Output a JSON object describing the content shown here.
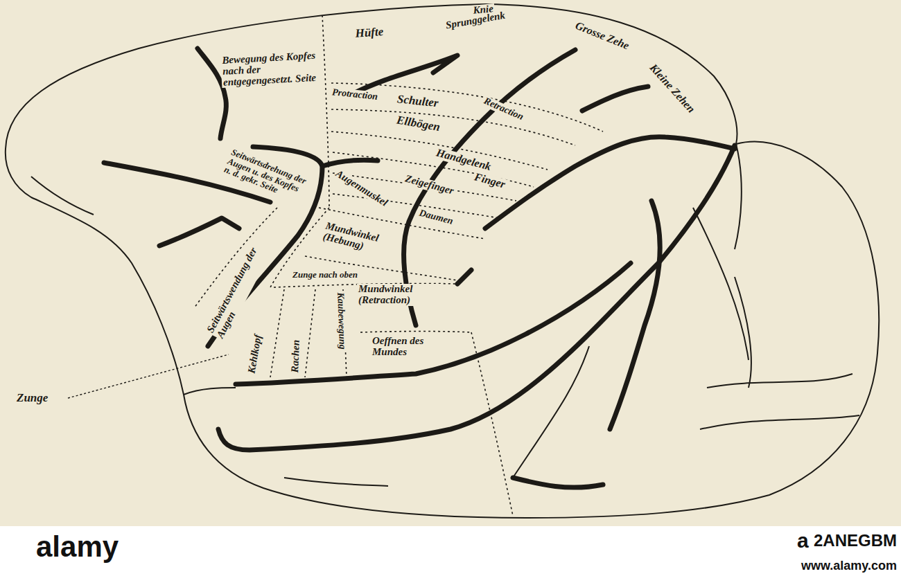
{
  "diagram": {
    "labels": [
      "Hüfte",
      "Knie",
      "Sprunggelenk",
      "Grosse Zehe",
      "Kleine Zehen",
      "Bewegung des Kopfes nach der entgegengesetzt. Seite",
      "Protraction",
      "Schulter",
      "Retraction",
      "Ellbögen",
      "Handgelenk",
      "Finger",
      "Zeigefinger",
      "Daumen",
      "Augenmuskel",
      "Mundwinkel (Hebung)",
      "Seitwärtsdrehung der Augen u. des Kopfes n. d. gekr. Seite",
      "Seitwärtswendung der Augen",
      "Zunge nach oben",
      "Mundwinkel (Retraction)",
      "Kehlkopf",
      "Rachen",
      "Kaubewegung",
      "Oeffnen des Mundes",
      "Zunge",
      "alamy",
      "a",
      "2ANEGBM",
      "www.alamy.com"
    ]
  }
}
